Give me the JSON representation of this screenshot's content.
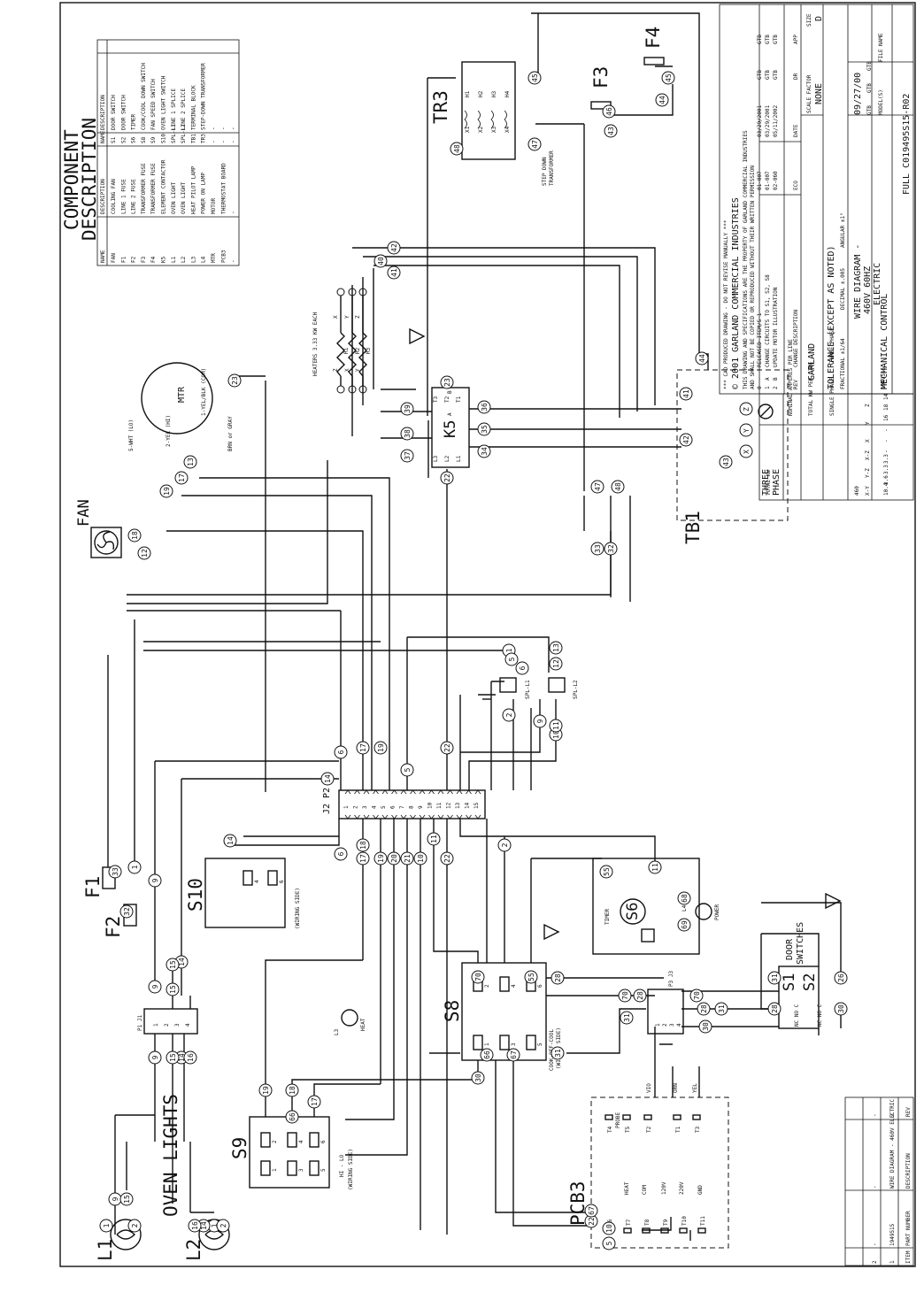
{
  "component_description": {
    "title_line1": "COMPONENT",
    "title_line2": "DESCRIPTION",
    "headers": [
      "NAME",
      "DESCRIPTION",
      "NAME",
      "DESCRIPTION"
    ],
    "rows": [
      [
        "FAN",
        "COOLING FAN",
        "S1",
        "DOOR SWITCH"
      ],
      [
        "F1",
        "LINE 1 FUSE",
        "S2",
        "DOOR SWITCH"
      ],
      [
        "F2",
        "LINE 2 FUSE",
        "S6",
        "TIMER"
      ],
      [
        "F3",
        "TRANSFORMER FUSE",
        "S8",
        "COOK/COOL DOWN SWITCH"
      ],
      [
        "F4",
        "TRANSFORMER FUSE",
        "S9",
        "FAN SPEED SWITCH"
      ],
      [
        "K5",
        "ELEMENT CONTACTOR",
        "S10",
        "OVEN LIGHT SWITCH"
      ],
      [
        "L1",
        "OVEN LIGHT",
        "SPL-L1",
        "LINE 1 SPLICE"
      ],
      [
        "L2",
        "OVEN LIGHT",
        "SPL-L2",
        "LINE 2 SPLICE"
      ],
      [
        "L3",
        "HEAT PILOT LAMP",
        "TB1",
        "TERMINAL BLOCK"
      ],
      [
        "L4",
        "POWER ON LAMP",
        "TR3",
        "STEP-DOWN TRANSFORMER"
      ],
      [
        "MTR",
        "MOTOR",
        "-",
        "-"
      ],
      [
        "PCB3",
        "THERMOSTAT BOARD",
        "-",
        "-"
      ],
      [
        "-",
        "-",
        "-",
        "-"
      ]
    ]
  },
  "labels": {
    "fan": "FAN",
    "mtr": "MTR",
    "mtr_wht": "5-WHT (LO)",
    "mtr_yel": "2-YEL (HI)",
    "mtr_com": "1-YEL/BLK (COM)",
    "mtr_brn": "BRN or GRAY",
    "heaters": "HEATERS 3.33 KW EACH",
    "k5": "K5",
    "tr3": "TR3",
    "tr3_desc1": "STEP DOWN",
    "tr3_desc2": "TRANSFORMER",
    "f3": "F3",
    "f4": "F4",
    "tb1": "TB1",
    "three": "THREE",
    "phase": "PHASE",
    "spl_l1": "SPL-L1",
    "spl_l2": "SPL-L2",
    "j2p2": "J2 P2",
    "f1": "F1",
    "f2": "F2",
    "s10": "S10",
    "wiring_side": "(WIRING SIDE)",
    "s6": "S6",
    "timer": "TIMER",
    "l4": "L4",
    "power": "POWER",
    "l3": "L3",
    "heat": "HEAT",
    "s8": "S8",
    "cook_off_cool": "COOK-OFF-COOL",
    "p3j3": "P3 J3",
    "door_switches1": "DOOR",
    "door_switches2": "SWITCHES",
    "s1": "S1",
    "s2": "S2",
    "nc_no_c": "NC NO C",
    "p1j1": "P1 J1",
    "s9": "S9",
    "hi_lo": "HI - LO",
    "pcb3": "PCB3",
    "probe": "PROBE",
    "heat_pcb": "HEAT",
    "com_pcb": "COM",
    "v120": "120V",
    "v220": "220V",
    "gnd": "GND",
    "vio": "VIO",
    "orn": "ORN",
    "yel": "YEL",
    "oven_lights": "OVEN LIGHTS",
    "l1": "L1",
    "l2": "L2"
  },
  "heater_rows": [
    {
      "left": "Z",
      "mid": "R1",
      "right": "X"
    },
    {
      "left": "X",
      "mid": "R2",
      "right": "Y"
    },
    {
      "left": "Y",
      "mid": "R3",
      "right": "Z"
    }
  ],
  "k5_terms": {
    "top": [
      "T3",
      "T2",
      "T1"
    ],
    "bottom": [
      "L3",
      "L2",
      "L1"
    ],
    "a": "A",
    "b": "B"
  },
  "tr3_terms": {
    "h": [
      "H1",
      "H2",
      "H3",
      "H4"
    ],
    "x": [
      "X1",
      "X2",
      "X3",
      "X4"
    ]
  },
  "tb1_terms": [
    "Z",
    "Y",
    "X"
  ],
  "j2_pins": [
    "1",
    "2",
    "3",
    "4",
    "5",
    "6",
    "7",
    "8",
    "9",
    "10",
    "11",
    "12",
    "13",
    "14",
    "15"
  ],
  "p3_pins": [
    "1",
    "2",
    "3",
    "4"
  ],
  "p1_pins": [
    "1",
    "2",
    "3",
    "4"
  ],
  "s8_pins": [
    "1",
    "2",
    "3",
    "4",
    "5",
    "6"
  ],
  "s9_pins": [
    "1",
    "2",
    "3",
    "4",
    "5",
    "6"
  ],
  "s10_pins": [
    "4",
    "6"
  ],
  "pcb3_terms": [
    "T4",
    "T5",
    "T2",
    "T1",
    "T3",
    "T6",
    "T7",
    "T8",
    "T9",
    "T10",
    "T11"
  ],
  "wires": [
    "1",
    "2",
    "5",
    "6",
    "9",
    "10",
    "11",
    "12",
    "13",
    "14",
    "15",
    "16",
    "17",
    "18",
    "19",
    "20",
    "21",
    "22",
    "23",
    "26",
    "28",
    "30",
    "31",
    "32",
    "33",
    "34",
    "35",
    "36",
    "37",
    "38",
    "39",
    "40",
    "41",
    "42",
    "43",
    "44",
    "45",
    "46",
    "47",
    "48",
    "55",
    "66",
    "67",
    "68",
    "69",
    "70"
  ],
  "revision_table": {
    "note1": "*** CAD PRODUCED DRAWING - DO NOT REVISE MANUALLY ***",
    "copyright": "© 2001 GARLAND COMMERCIAL INDUSTRIES",
    "note2": "THIS DRAWING AND SPECIFICATIONS ARE THE PROPERTY OF GARLAND COMMERCIAL INDUSTRIES",
    "note3": "AND SHALL NOT BE COPIED OR REPRODUCED WITHOUT THEIR WRITTEN PERMISSION",
    "revisions": [
      {
        "rev": "2",
        "ltr": "B",
        "desc": "UPDATE MOTOR ILLUSTRATION",
        "eco": "02-060",
        "date": "05/11/2002",
        "dr": "GTB",
        "app": "GTB"
      },
      {
        "rev": "1",
        "ltr": "A",
        "desc": "CHANGE CIRCUITS TO S1, S2, S8",
        "eco": "01-007",
        "date": "03/29/2001",
        "dr": "GTB",
        "app": "GTB"
      },
      {
        "rev": "0",
        "ltr": "-",
        "desc": "RELEASED ITEM/S 1",
        "eco": "01-007",
        "date": "03/29/2001",
        "dr": "GTB",
        "app": "GTB"
      }
    ],
    "rev_header": [
      "REV",
      "CHANGE DESCRIPTION",
      "ECO",
      "DATE",
      "DR",
      "APP"
    ],
    "scale_factor": "SCALE FACTOR",
    "scale_value": "NONE",
    "size_label": "SIZE",
    "size_value": "D",
    "company": "GARLAND",
    "tolerance": "TOLERANCE (EXCEPT AS NOTED)",
    "fractional": "FRACTIONAL ±1/64",
    "decimal": "DECIMAL ±.005",
    "angular": "ANGULAR ±1°",
    "desc_title1": "WIRE DIAGRAM -",
    "desc_title2": "460V 60HZ",
    "desc_title3": "ELECTRIC",
    "desc_title4": "MECHANICAL CONTROL",
    "date": "09/27/00",
    "dr": "GTB",
    "ckd": "GTB",
    "app": "GTB",
    "model": "MODEL(S)",
    "file_name": "FILE NAME",
    "full_name": "FULL C019495S15-R02",
    "part_number": "1949515"
  },
  "amperes_table": {
    "title": "NOMINAL AMPERES PER LINE",
    "total_kw": "TOTAL KW",
    "total_kw_per_line": "TOTAL KW PER LINE",
    "single_phase": "SINGLE PHASE",
    "three_phase": "THREE PHASE",
    "v460": "460",
    "cols": [
      "X-Y",
      "Y-Z",
      "X-Z",
      "X",
      "Y",
      "Z"
    ],
    "row": [
      "10.4",
      "3.6",
      "3.3",
      "3.3",
      "-",
      "-",
      "-",
      "16",
      "18",
      "14"
    ]
  },
  "parts_list": {
    "headers": [
      "ITEM",
      "PART NUMBER",
      "DESCRIPTION",
      "REV"
    ],
    "rows": [
      [
        "1",
        "1949515",
        "WIRE DIAGRAM - 460V ELECTRIC",
        "2"
      ],
      [
        "2",
        "-",
        "-",
        "-"
      ]
    ]
  }
}
